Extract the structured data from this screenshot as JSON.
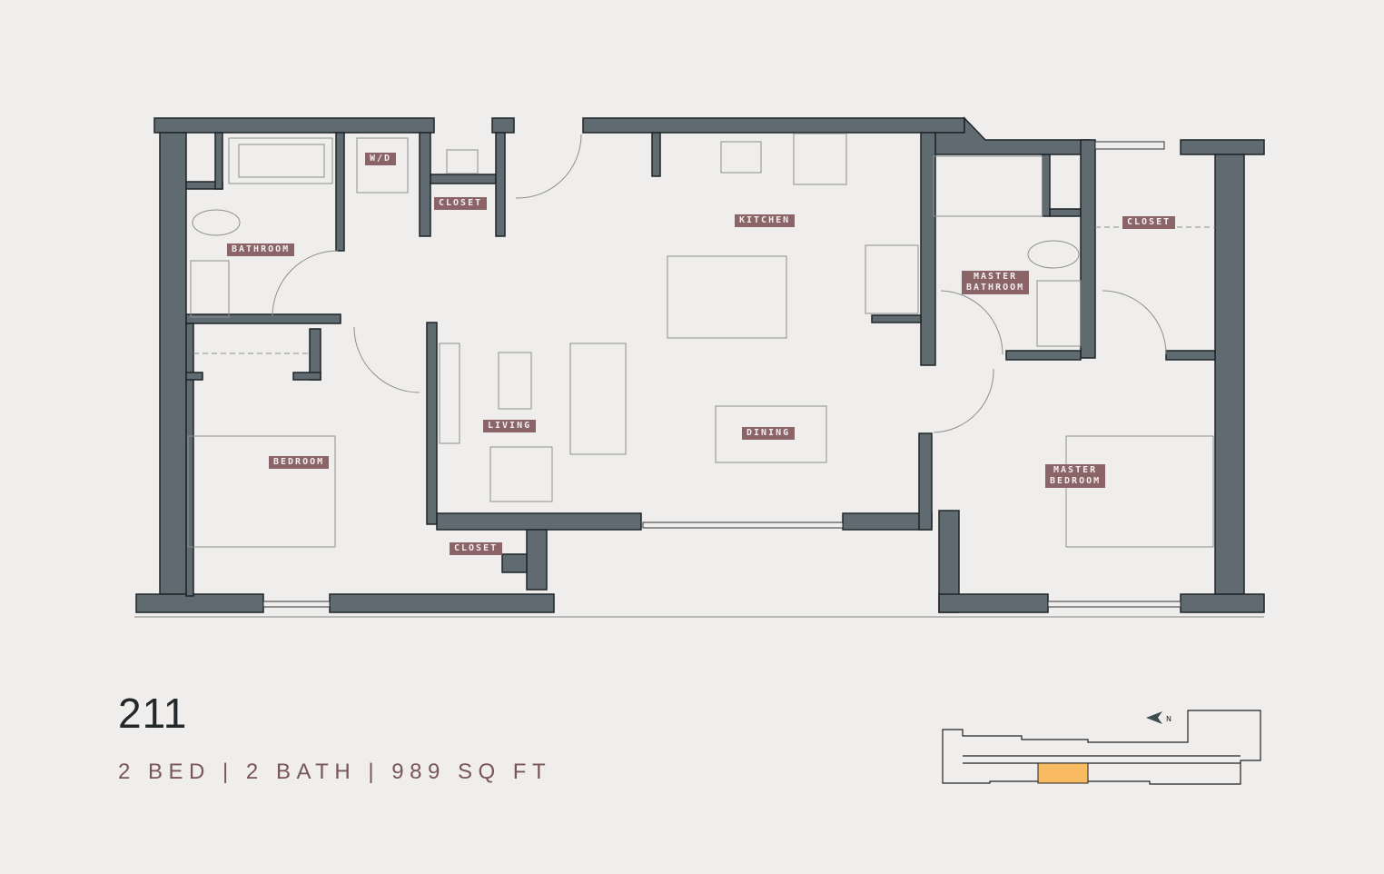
{
  "unit": {
    "number": "211",
    "specs": "2 BED | 2 BATH | 989 SQ FT",
    "bedrooms": 2,
    "bathrooms": 2,
    "square_feet": 989
  },
  "rooms": {
    "bathroom": "BATHROOM",
    "wd": "W/D",
    "closet_hall": "CLOSET",
    "kitchen": "KITCHEN",
    "master_bathroom_1": "MASTER",
    "master_bathroom_2": "BATHROOM",
    "closet_master": "CLOSET",
    "living": "LIVING",
    "dining": "DINING",
    "bedroom": "BEDROOM",
    "closet_bedroom": "CLOSET",
    "master_bedroom_1": "MASTER",
    "master_bedroom_2": "BEDROOM"
  },
  "keyplan": {
    "north_label": "N",
    "highlight_color": "#f8bb62"
  },
  "colors": {
    "wall": "#5f6b70",
    "label_bg": "#8a6466",
    "background": "#efeeec"
  }
}
